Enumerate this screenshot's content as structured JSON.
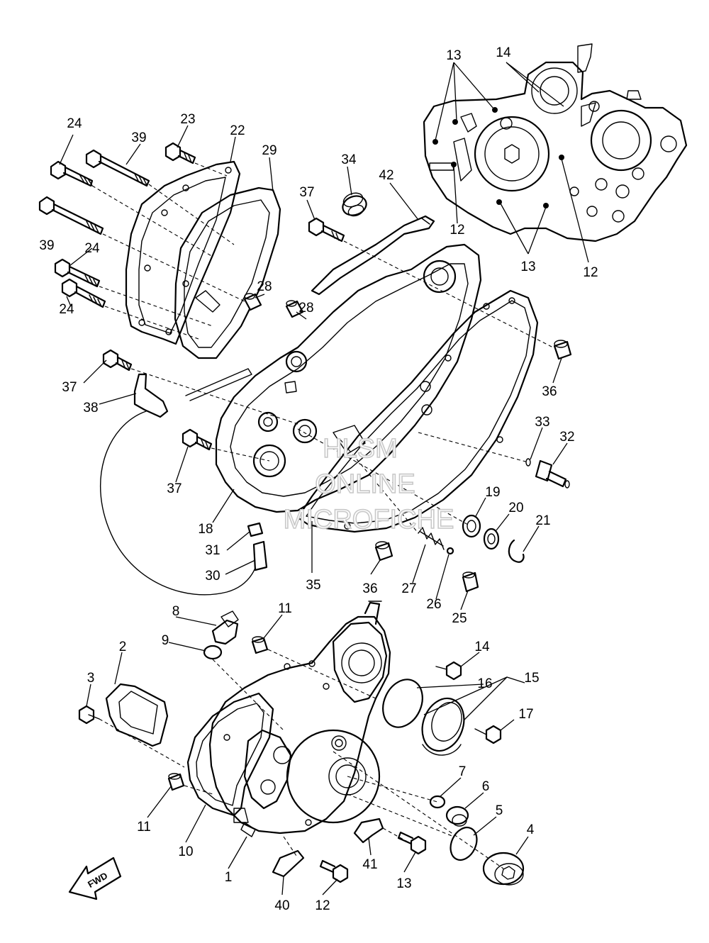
{
  "callouts": [
    "1",
    "2",
    "3",
    "4",
    "5",
    "6",
    "7",
    "8",
    "9",
    "10",
    "11",
    "12",
    "13",
    "14",
    "15",
    "16",
    "17",
    "18",
    "19",
    "20",
    "21",
    "22",
    "23",
    "24",
    "25",
    "26",
    "27",
    "28",
    "29",
    "30",
    "31",
    "32",
    "33",
    "34",
    "35",
    "36",
    "37",
    "38",
    "39",
    "40",
    "41",
    "42"
  ],
  "watermark": {
    "line1": "HLSM",
    "line2": "ONLINE",
    "line3": "MICROFICHE"
  },
  "direction_badge": "FWD"
}
